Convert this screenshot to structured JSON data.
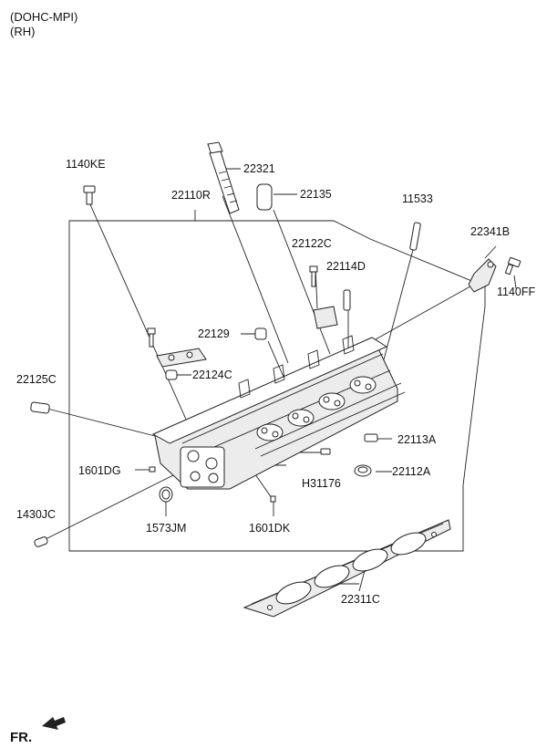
{
  "header": {
    "engine": "(DOHC-MPI)",
    "side": "(RH)"
  },
  "labels": {
    "p1140KE": "1140KE",
    "p22321": "22321",
    "p22110R": "22110R",
    "p22135": "22135",
    "p11533": "11533",
    "p22341B": "22341B",
    "p22122C": "22122C",
    "p22114D": "22114D",
    "p1140FF": "1140FF",
    "p22129": "22129",
    "p22124C": "22124C",
    "p22125C": "22125C",
    "p22113A": "22113A",
    "p1601DG": "1601DG",
    "p22112A": "22112A",
    "pH31176": "H31176",
    "p1430JC": "1430JC",
    "p1573JM": "1573JM",
    "p1601DK": "1601DK",
    "p22311C": "22311C"
  },
  "footer": {
    "direction": "FR."
  }
}
